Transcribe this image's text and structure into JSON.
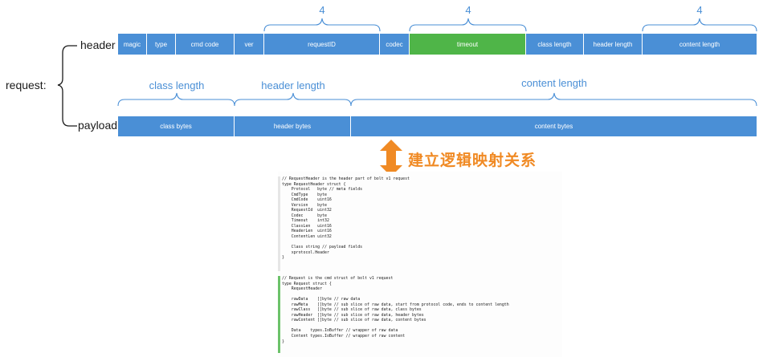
{
  "request_label": "request:",
  "header_row": {
    "label": "header",
    "fields": [
      "magic",
      "type",
      "cmd code",
      "ver",
      "requestID",
      "codec",
      "timeout",
      "class length",
      "header length",
      "content length"
    ],
    "highlight_color": "#4fb548",
    "cell_color": "#4a8fd6"
  },
  "payload_row": {
    "label": "payload",
    "fields": [
      "class bytes",
      "header bytes",
      "content bytes"
    ]
  },
  "top_braces": [
    "4",
    "4",
    "4"
  ],
  "payload_braces": [
    "class length",
    "header length",
    "content length"
  ],
  "mapping_label": "建立逻辑映射关系",
  "arrow_color": "#f08a24",
  "code_header": "// RequestHeader is the header part of bolt v1 request\ntype RequestHeader struct {\n    Protocol   byte // meta fields\n    CmdType    byte\n    CmdCode    uint16\n    Version    byte\n    RequestId  uint32\n    Codec      byte\n    Timeout    int32\n    ClassLen   uint16\n    HeaderLen  uint16\n    ContentLen uint32\n\n    Class string // payload fields\n    xprotocol.Header\n}",
  "code_request": "// Request is the cmd struct of bolt v1 request\ntype Request struct {\n    RequestHeader\n\n    rawData    []byte // raw data\n    rawMeta    []byte // sub slice of raw data, start from protocol code, ends to content length\n    rawClass   []byte // sub slice of raw data, class bytes\n    rawHeader  []byte // sub slice of raw data, header bytes\n    rawContent []byte // sub slice of raw data, content bytes\n\n    Data    types.IoBuffer // wrapper of raw data\n    Content types.IoBuffer // wrapper of raw content\n}"
}
